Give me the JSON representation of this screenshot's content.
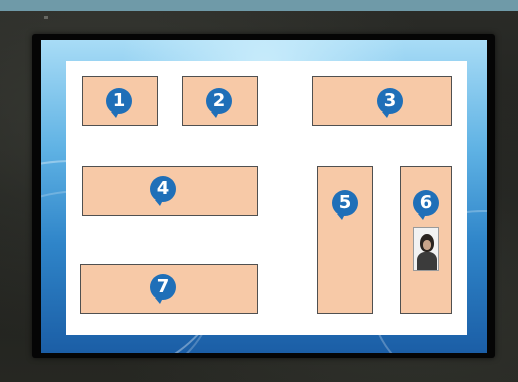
{
  "layout_cells": [
    {
      "label": "1"
    },
    {
      "label": "2"
    },
    {
      "label": "3"
    },
    {
      "label": "4"
    },
    {
      "label": "5"
    },
    {
      "label": "6"
    },
    {
      "label": "7"
    }
  ],
  "colors": {
    "cell_fill": "#f7c9a7",
    "cell_border": "#505050",
    "badge": "#1f6fb8",
    "board": "#ffffff",
    "screen_blue": "#2f85c9",
    "chalkboard": "#1f201d",
    "top_strip": "#6f9aa8"
  },
  "icons": {
    "badge_shape": "speech-bubble-icon",
    "portrait": "person-portrait-icon"
  }
}
